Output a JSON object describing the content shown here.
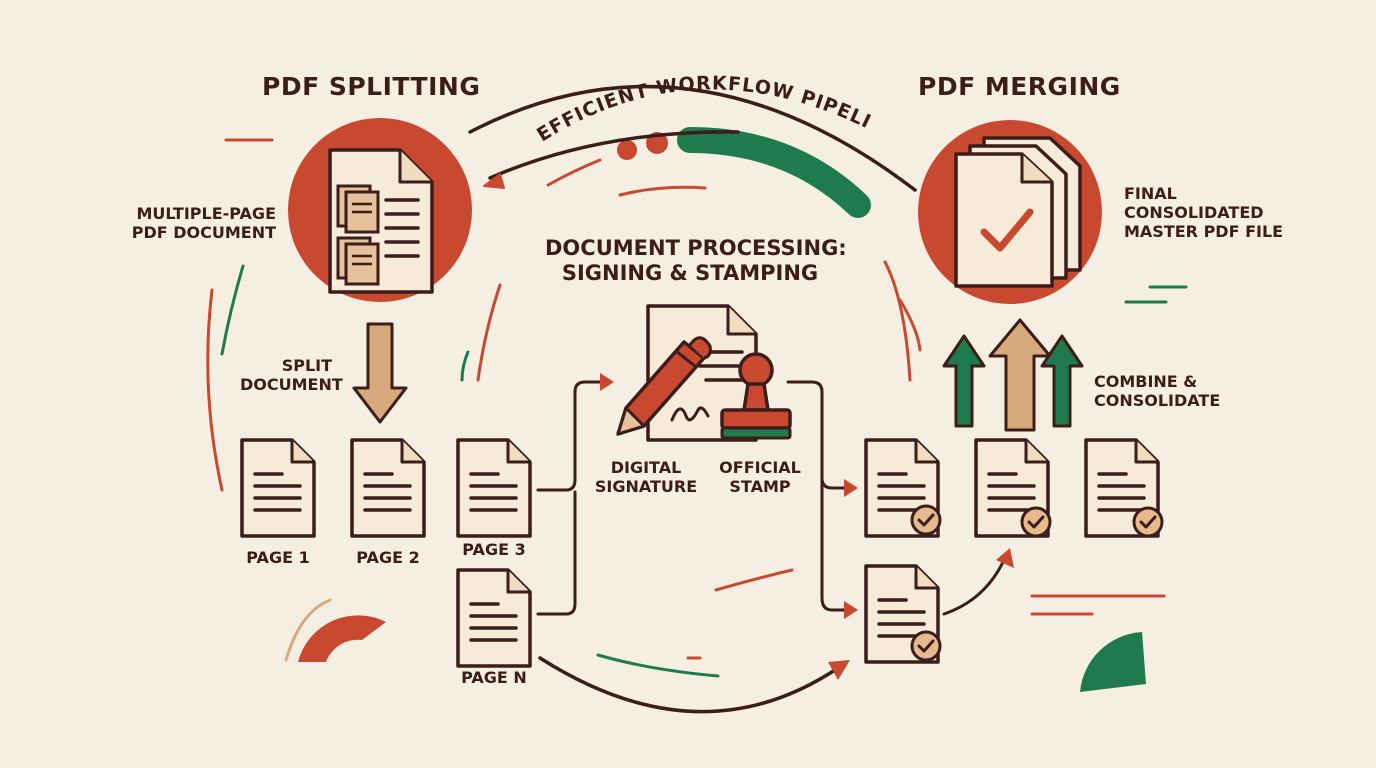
{
  "split_section": {
    "title": "PDF SPLITTING",
    "source_label": [
      "MULTIPLE-PAGE",
      "PDF DOCUMENT"
    ],
    "split_label": [
      "SPLIT",
      "DOCUMENT"
    ]
  },
  "merge_section": {
    "title": "PDF MERGING",
    "final_label": [
      "FINAL",
      "CONSOLIDATED",
      "MASTER PDF FILE"
    ],
    "combine_label": [
      "COMBINE &",
      "CONSOLIDATE"
    ]
  },
  "pipeline": {
    "title": "EFFICIENT WORKFLOW PIPELINE"
  },
  "processing": {
    "title": [
      "DOCUMENT PROCESSING:",
      "SIGNING & STAMPING"
    ],
    "signature_label": [
      "DIGITAL",
      "SIGNATURE"
    ],
    "stamp_label": [
      "OFFICIAL",
      "STAMP"
    ]
  },
  "pages": {
    "page1": "PAGE 1",
    "page2": "PAGE 2",
    "page3": "PAGE 3",
    "pageN": "PAGE N"
  },
  "icons": {
    "source": "multi-page-document-icon",
    "final": "checked-stack-icon",
    "signature": "pen-icon",
    "stamp": "stamp-icon",
    "page": "page-icon",
    "approved": "check-badge-icon"
  },
  "colors": {
    "red": "#c8492f",
    "green": "#1f7a4f",
    "tan": "#d6aa7d",
    "ink": "#3b1d1a",
    "paper": "#f6ebd9",
    "background": "#f5efe3"
  }
}
